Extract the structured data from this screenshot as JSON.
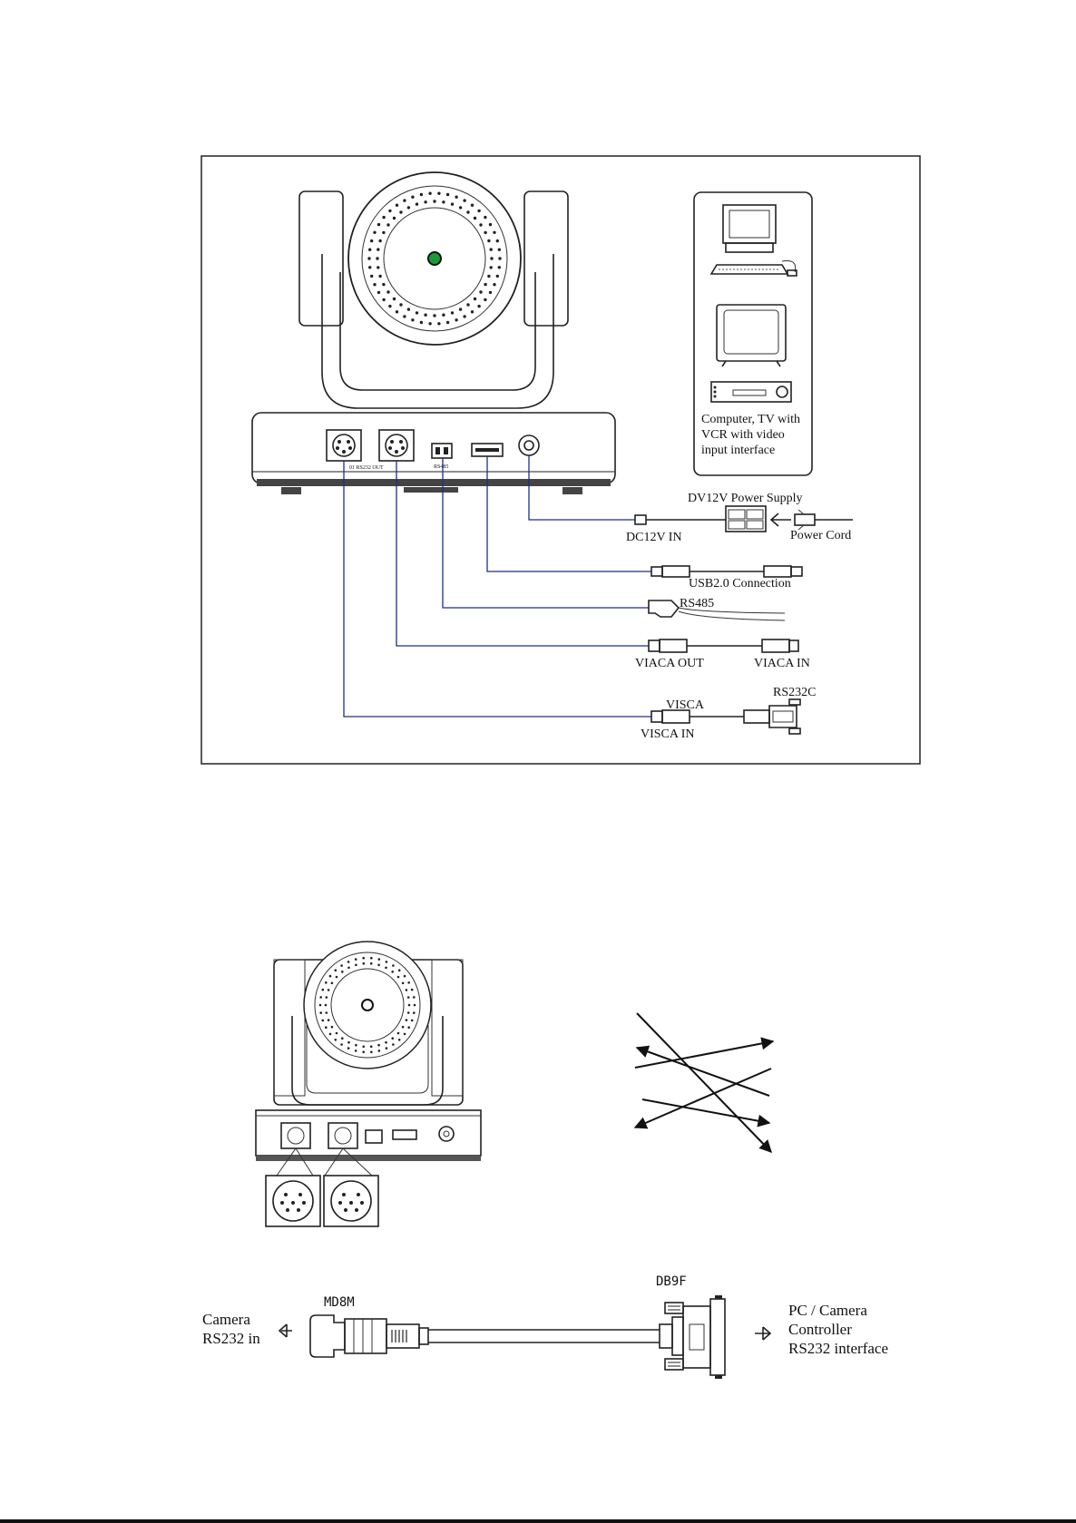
{
  "connection_diagram": {
    "device_box_label": [
      "Computer, TV with",
      "VCR with video",
      "input interface"
    ],
    "power_supply_label": "DV12V Power Supply",
    "dc_in_label": "DC12V IN",
    "power_cord_label": "Power Cord",
    "usb_label": "USB2.0 Connection",
    "rs485_label": "RS485",
    "viaca_out_label": "VIACA OUT",
    "viaca_in_label": "VIACA IN",
    "visca_label": "VISCA",
    "rs232c_label": "RS232C",
    "visca_in_label": "VISCA IN"
  },
  "cable_diagram": {
    "md8m_label": "MD8M",
    "db9f_label": "DB9F",
    "camera_label": [
      "Camera",
      "RS232 in"
    ],
    "pc_label": [
      "PC / Camera",
      "Controller",
      "RS232 interface"
    ]
  }
}
